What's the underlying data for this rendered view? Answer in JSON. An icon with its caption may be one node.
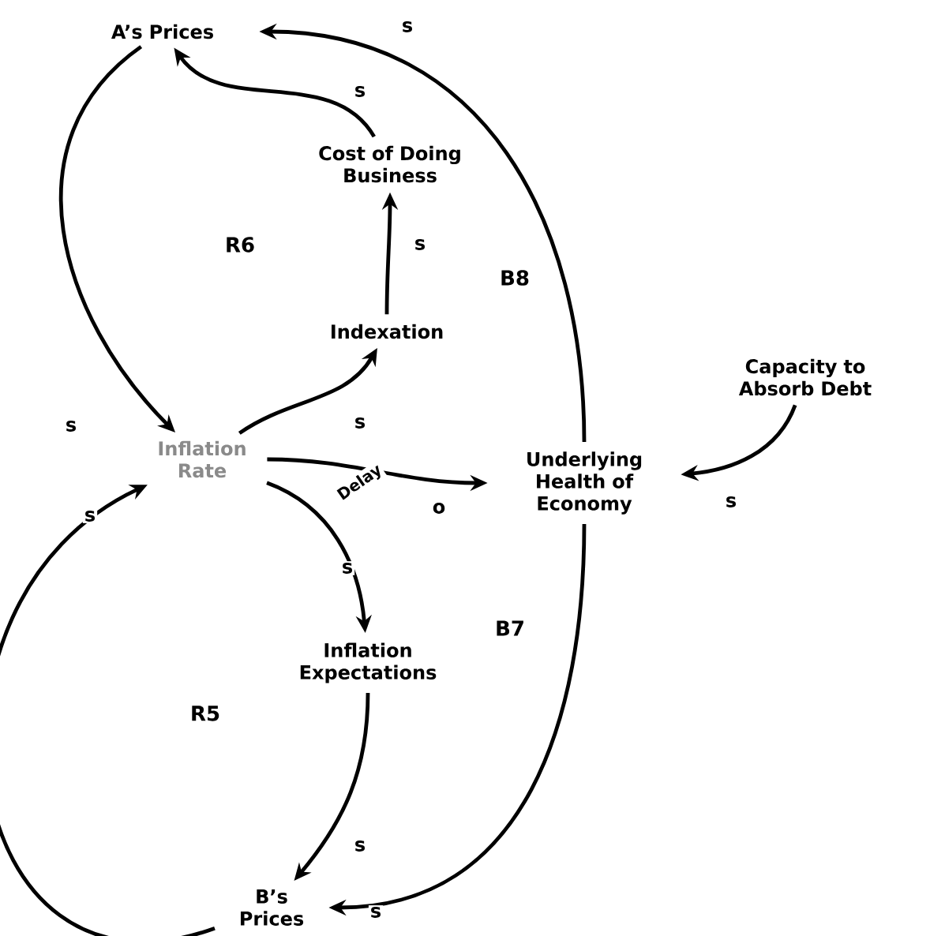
{
  "diagram": {
    "nodes": [
      {
        "text": [
          "A’s Prices"
        ]
      },
      {
        "text": [
          "Cost of Doing Business"
        ]
      },
      {
        "text": [
          "Indexation"
        ]
      },
      {
        "text": [
          "Inflation Rate"
        ]
      },
      {
        "text": [
          "Underlying Health of Economy"
        ]
      },
      {
        "text": [
          "Capacity to Absorb Debt"
        ]
      },
      {
        "text": [
          "Inflation Expectations"
        ]
      },
      {
        "text": [
          "B’s Prices"
        ]
      }
    ],
    "edges": [
      {
        "from": 0,
        "to": 3,
        "arrow": "to",
        "label": "s"
      },
      {
        "from": 3,
        "to": 2,
        "arrow": "to",
        "label": "s"
      },
      {
        "from": 2,
        "to": 1,
        "arrow": "to",
        "label": "s"
      },
      {
        "from": 1,
        "to": 0,
        "arrow": "to",
        "label": "s"
      },
      {
        "from": 4,
        "to": 0,
        "arrow": "to",
        "label": "s"
      },
      {
        "from": 3,
        "to": 4,
        "arrow": "to",
        "label": "o"
      },
      {
        "from": 5,
        "to": 4,
        "arrow": "to",
        "label": "s"
      },
      {
        "from": 3,
        "to": 6,
        "arrow": "to",
        "label": "s"
      },
      {
        "from": 6,
        "to": 7,
        "arrow": "to",
        "label": "s"
      },
      {
        "from": 4,
        "to": 7,
        "arrow": "to",
        "label": "s"
      },
      {
        "from": 7,
        "to": 3,
        "arrow": "to",
        "label": "s"
      }
    ],
    "labels": [
      "R6",
      "B8",
      "Delay",
      "B7",
      "R5"
    ]
  }
}
